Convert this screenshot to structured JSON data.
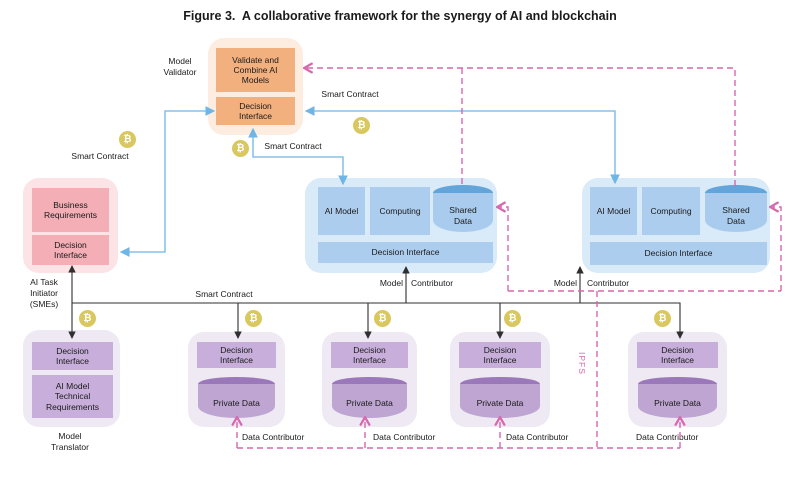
{
  "title": "Figure 3.  A collaborative framework for the synergy of AI and blockchain",
  "validator": {
    "label": "Model\nValidator",
    "validate_box": "Validate and\nCombine AI\nModels",
    "decision_interface": "Decision\nInterface"
  },
  "initiator": {
    "label": "AI Task\nInitiator\n(SMEs)",
    "business_box": "Business\nRequirements",
    "decision_interface": "Decision\nInterface"
  },
  "contributors": [
    {
      "label_model": "Model",
      "label_contributor": "Contributor",
      "ai_model": "AI Model",
      "computing": "Computing",
      "shared_data": "Shared\nData",
      "decision_interface": "Decision Interface"
    },
    {
      "label_model": "Model",
      "label_contributor": "Contributor",
      "ai_model": "AI Model",
      "computing": "Computing",
      "shared_data": "Shared\nData",
      "decision_interface": "Decision Interface"
    }
  ],
  "translator": {
    "label": "Model\nTranslator",
    "decision_interface": "Decision\nInterface",
    "requirements_box": "AI Model\nTechnical\nRequirements"
  },
  "data_contributors": [
    {
      "label": "Data Contributor",
      "decision_interface": "Decision\nInterface",
      "private_data": "Private Data"
    },
    {
      "label": "Data Contributor",
      "decision_interface": "Decision\nInterface",
      "private_data": "Private Data"
    },
    {
      "label": "Data Contributor",
      "decision_interface": "Decision\nInterface",
      "private_data": "Private Data"
    },
    {
      "label": "Data Contributor",
      "decision_interface": "Decision\nInterface",
      "private_data": "Private Data"
    }
  ],
  "annotations": {
    "smart_contract": "Smart Contract",
    "ipfs": "IPFS"
  },
  "badge": {
    "symbol": "₿"
  },
  "colors": {
    "orange_box": "#F3B07F",
    "orange_container": "#FCEDE0",
    "pink_box": "#F3AEB6",
    "pink_container": "#FBE3E6",
    "blue_box": "#ADCDEF",
    "blue_container": "#D9EAF9",
    "blue_cylinder_top": "#63A4DB",
    "purple_box": "#C8AFDB",
    "purple_container": "#EFE9F4",
    "purple_cylinder_top": "#9B78B9",
    "purple_cylinder_body": "#BEA5D2",
    "badge_bg": "#D9C75F",
    "blue_line": "#6FB5E5",
    "pink_line": "#D668AE",
    "black_line": "#2F2F2F"
  }
}
